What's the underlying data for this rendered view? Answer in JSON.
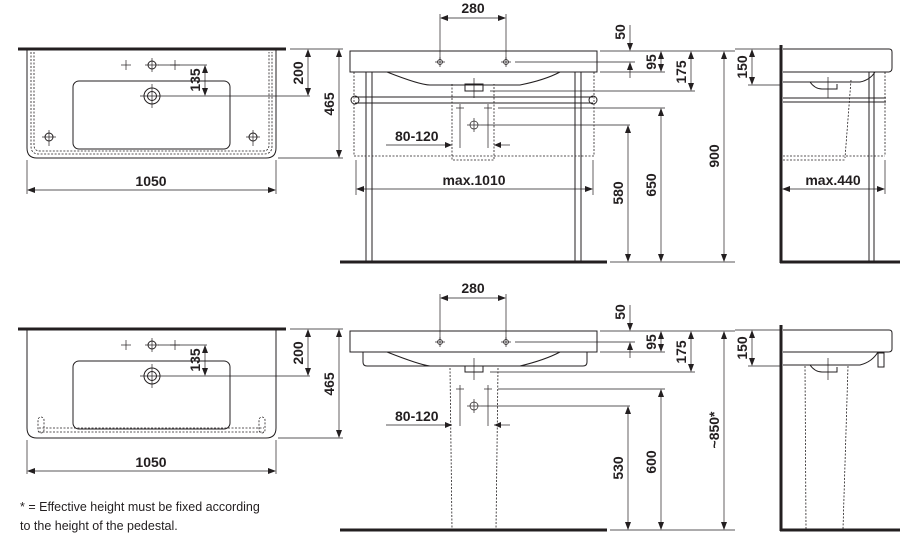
{
  "title": "Washbasin technical dimension drawing",
  "colors": {
    "line": "#231f20",
    "background": "#ffffff"
  },
  "variants": [
    {
      "name": "with-towel-rail-frame",
      "top_view": {
        "width": "1050",
        "depth": "465",
        "tap_hole_offset": "200",
        "waste_offset": "135"
      },
      "front_view": {
        "tap_spacing": "280",
        "rim_to_tap": "50",
        "rim_height": "95",
        "basin_depth": "175",
        "frame_width": "max.1010",
        "waste_range": "80-120",
        "waste_height": "580",
        "supply_height": "650",
        "total_height": "900"
      },
      "side_view": {
        "rim_height": "150",
        "frame_depth": "max.440"
      }
    },
    {
      "name": "with-pedestal",
      "top_view": {
        "width": "1050",
        "depth": "465",
        "tap_hole_offset": "200",
        "waste_offset": "135"
      },
      "front_view": {
        "tap_spacing": "280",
        "rim_to_tap": "50",
        "rim_height": "95",
        "basin_depth": "175",
        "waste_range": "80-120",
        "waste_height": "530",
        "supply_height": "600",
        "total_height": "~850*"
      },
      "side_view": {
        "rim_height": "150"
      }
    }
  ],
  "footnote": {
    "line1": "* = Effective height must be fixed according",
    "line2": "to the height of the pedestal."
  }
}
